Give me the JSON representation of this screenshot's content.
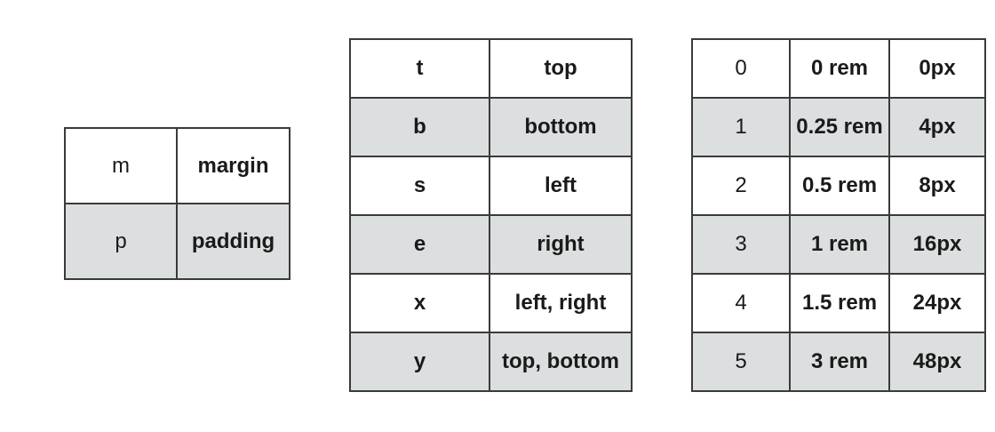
{
  "colors": {
    "page_background": "#ffffff",
    "cell_white": "#ffffff",
    "stripe": "#dcdfe0",
    "border": "#3a3a3a",
    "text": "#1a1a1a"
  },
  "prefix_table": {
    "rows": [
      [
        "m",
        "margin"
      ],
      [
        "p",
        "padding"
      ]
    ]
  },
  "sides_table": {
    "rows": [
      [
        "t",
        "top"
      ],
      [
        "b",
        "bottom"
      ],
      [
        "s",
        "left"
      ],
      [
        "e",
        "right"
      ],
      [
        "x",
        "left, right"
      ],
      [
        "y",
        "top, bottom"
      ]
    ]
  },
  "sizes_table": {
    "rows": [
      [
        "0",
        "0 rem",
        "0px"
      ],
      [
        "1",
        "0.25 rem",
        "4px"
      ],
      [
        "2",
        "0.5 rem",
        "8px"
      ],
      [
        "3",
        "1 rem",
        "16px"
      ],
      [
        "4",
        "1.5 rem",
        "24px"
      ],
      [
        "5",
        "3 rem",
        "48px"
      ]
    ]
  }
}
